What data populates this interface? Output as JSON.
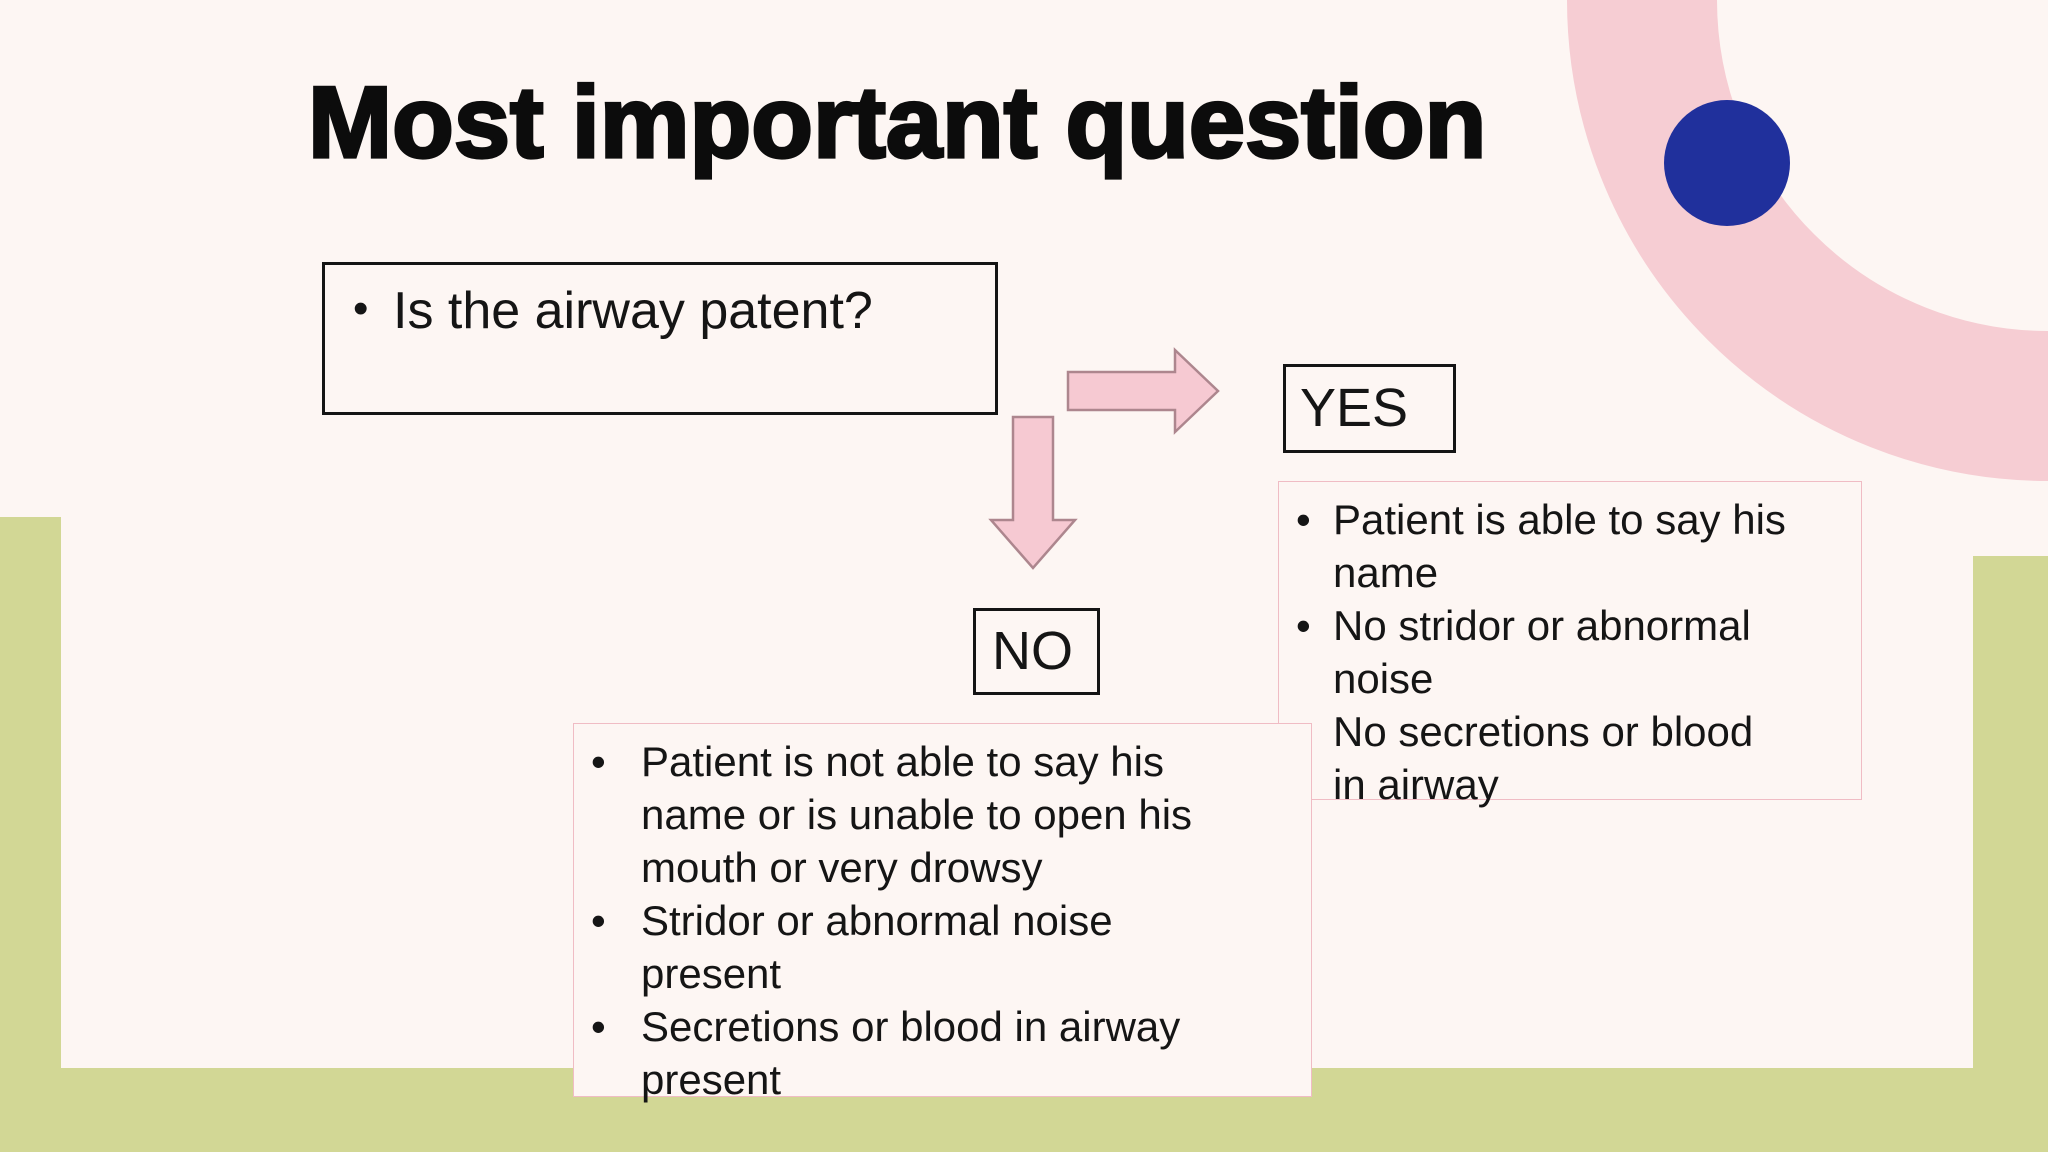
{
  "slide": {
    "title": "Most important question",
    "bullet_char": "•",
    "question": "Is the airway patent?",
    "yes_label": "YES",
    "no_label": "NO",
    "yes_points": [
      "Patient is able to say his\nname",
      "No stridor or abnormal\nnoise",
      "No secretions or blood\nin airway"
    ],
    "no_points": [
      "Patient is not able to say his\nname or is unable to open his\nmouth or very drowsy",
      "Stridor or abnormal noise\npresent",
      "Secretions or blood in airway\npresent"
    ],
    "colors": {
      "background": "#fdf6f3",
      "green_accent": "#d2d795",
      "arc_pink": "#f6cdd3",
      "arrow_fill": "#f6c9d2",
      "arrow_stroke": "#ad868e",
      "blue_circle": "#20309c",
      "black_box_border": "#141414",
      "pink_box_border": "#f0bcc4",
      "text": "#151515"
    }
  }
}
